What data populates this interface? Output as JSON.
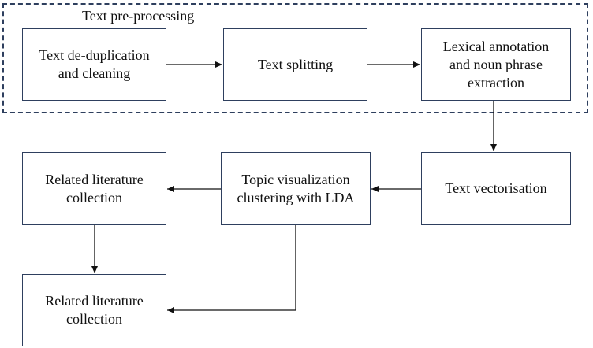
{
  "group": {
    "label": "Text pre-processing"
  },
  "boxes": {
    "dedup": "Text de-duplication\nand cleaning",
    "splitting": "Text splitting",
    "lexical": "Lexical annotation\nand noun phrase\nextraction",
    "vectorisation": "Text vectorisation",
    "topic": "Topic visualization\nclustering with LDA",
    "related1": "Related  literature\ncollection",
    "related2": "Related  literature\ncollection"
  },
  "colors": {
    "border": "#2e3f5e",
    "arrow": "#111111"
  }
}
